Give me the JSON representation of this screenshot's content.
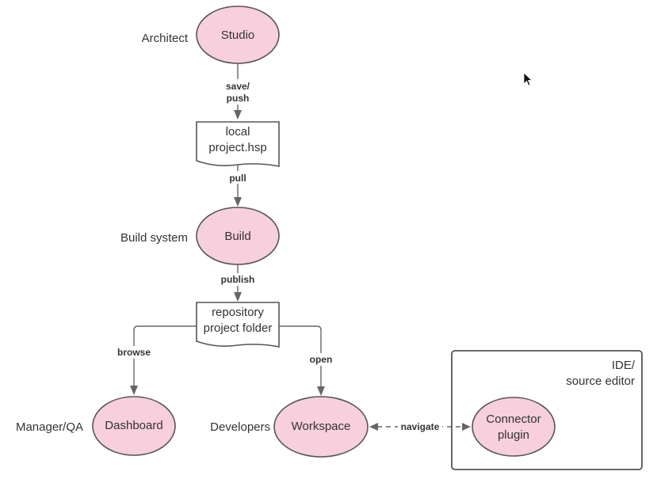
{
  "diagram": {
    "colors": {
      "process_fill": "#f8cfdc",
      "stroke": "#555555",
      "text": "#333333"
    },
    "nodes": {
      "studio": {
        "label": "Studio",
        "shape": "ellipse"
      },
      "local_project": {
        "label_line1": "local",
        "label_line2": "project.hsp",
        "shape": "document"
      },
      "build": {
        "label": "Build",
        "shape": "ellipse"
      },
      "repository": {
        "label_line1": "repository",
        "label_line2": "project folder",
        "shape": "document"
      },
      "dashboard": {
        "label": "Dashboard",
        "shape": "ellipse"
      },
      "workspace": {
        "label": "Workspace",
        "shape": "ellipse"
      },
      "connector": {
        "label_line1": "Connector",
        "label_line2": "plugin",
        "shape": "ellipse"
      }
    },
    "containers": {
      "ide": {
        "label_line1": "IDE/",
        "label_line2": "source editor"
      }
    },
    "roles": {
      "architect": "Architect",
      "build_system": "Build system",
      "manager_qa": "Manager/QA",
      "developers": "Developers"
    },
    "edges": {
      "save_push": {
        "label_line1": "save/",
        "label_line2": "push",
        "from": "studio",
        "to": "local_project"
      },
      "pull": {
        "label": "pull",
        "from": "local_project",
        "to": "build"
      },
      "publish": {
        "label": "publish",
        "from": "build",
        "to": "repository"
      },
      "browse": {
        "label": "browse",
        "from": "repository",
        "to": "dashboard"
      },
      "open": {
        "label": "open",
        "from": "repository",
        "to": "workspace"
      },
      "navigate": {
        "label": "navigate",
        "from": "workspace",
        "to": "connector",
        "style": "dashed",
        "bidirectional": true
      }
    }
  }
}
